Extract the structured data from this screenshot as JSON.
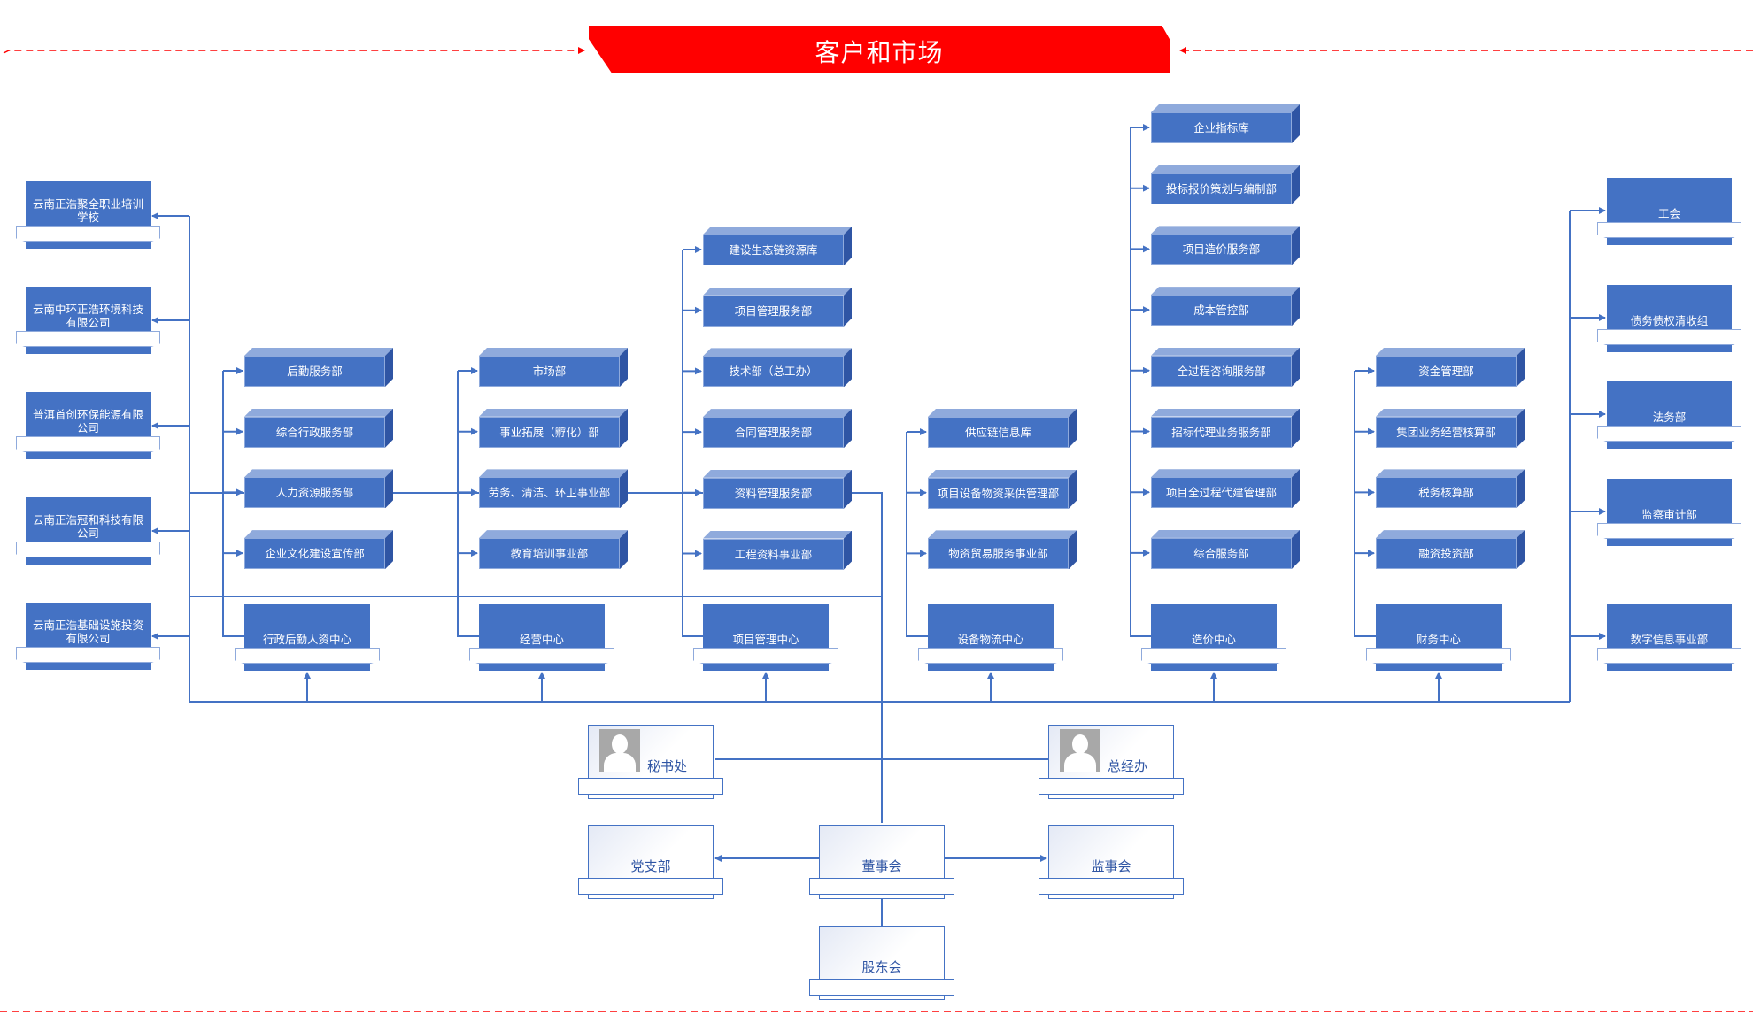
{
  "banner": {
    "title": "客户和市场",
    "color": "#ff0000"
  },
  "colors": {
    "box": "#4472c4",
    "line": "#4472c4",
    "dash": "#ff0000"
  },
  "subsidiaries": [
    "云南正浩聚全职业培训学校",
    "云南中环正浩环境科技有限公司",
    "普洱首创环保能源有限公司",
    "云南正浩冠和科技有限公司",
    "云南正浩基础设施投资有限公司"
  ],
  "centers": [
    {
      "name": "行政后勤人资中心",
      "departments": [
        "后勤服务部",
        "综合行政服务部",
        "人力资源服务部",
        "企业文化建设宣传部"
      ]
    },
    {
      "name": "经营中心",
      "departments": [
        "市场部",
        "事业拓展（孵化）部",
        "劳务、清洁、环卫事业部",
        "教育培训事业部"
      ]
    },
    {
      "name": "项目管理中心",
      "departments": [
        "建设生态链资源库",
        "项目管理服务部",
        "技术部（总工办）",
        "合同管理服务部",
        "资料管理服务部",
        "工程资料事业部"
      ]
    },
    {
      "name": "设备物流中心",
      "departments": [
        "供应链信息库",
        "项目设备物资采供管理部",
        "物资贸易服务事业部"
      ]
    },
    {
      "name": "造价中心",
      "departments": [
        "企业指标库",
        "投标报价策划与编制部",
        "项目造价服务部",
        "成本管控部",
        "全过程咨询服务部",
        "招标代理业务服务部",
        "项目全过程代建管理部",
        "综合服务部"
      ]
    },
    {
      "name": "财务中心",
      "departments": [
        "资金管理部",
        "集团业务经营核算部",
        "税务核算部",
        "融资投资部"
      ]
    }
  ],
  "right_units": [
    "工会",
    "债务债权清收组",
    "法务部",
    "监察审计部",
    "数字信息事业部"
  ],
  "governance": {
    "secretariat": "秘书处",
    "gm_office": "总经办",
    "party_branch": "党支部",
    "board": "董事会",
    "supervisory_board": "监事会",
    "shareholders": "股东会"
  }
}
